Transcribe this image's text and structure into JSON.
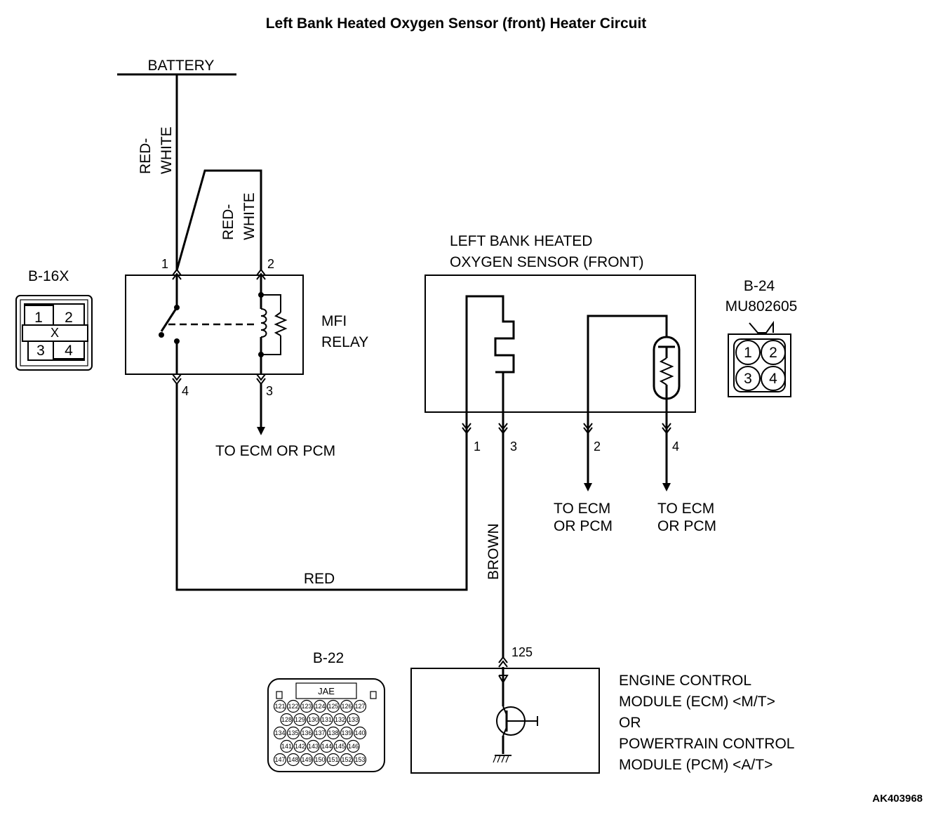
{
  "title": "Left Bank Heated Oxygen Sensor (front) Heater Circuit",
  "battery": {
    "label": "BATTERY"
  },
  "wires": {
    "red_white": [
      "RED-",
      "WHITE"
    ],
    "red": "RED",
    "brown": "BROWN"
  },
  "relay": {
    "name_lines": [
      "MFI",
      "RELAY"
    ],
    "connector": "B-16X",
    "pins": [
      "1",
      "2",
      "3",
      "4"
    ],
    "connector_face": [
      "1",
      "2",
      "3",
      "4"
    ],
    "connector_mark": "X"
  },
  "relay_output": {
    "label": "TO ECM OR PCM"
  },
  "sensor": {
    "name_lines": [
      "LEFT BANK HEATED",
      "OXYGEN SENSOR (FRONT)"
    ],
    "connector": "B-24",
    "part_no": "MU802605",
    "pins": [
      "1",
      "3",
      "2",
      "4"
    ],
    "connector_face": [
      "1",
      "2",
      "3",
      "4"
    ]
  },
  "sensor_outputs": [
    {
      "lines": [
        "TO ECM",
        "OR PCM"
      ]
    },
    {
      "lines": [
        "TO ECM",
        "OR PCM"
      ]
    }
  ],
  "ecm": {
    "pin": "125",
    "name_lines": [
      "ENGINE CONTROL",
      "MODULE (ECM) <M/T>",
      "OR",
      "POWERTRAIN CONTROL",
      "MODULE (PCM) <A/T>"
    ],
    "connector": "B-22",
    "connector_brand": "JAE",
    "connector_rows": [
      [
        "121",
        "122",
        "123",
        "124",
        "125",
        "126",
        "127"
      ],
      [
        "128",
        "129",
        "130",
        "131",
        "132",
        "133"
      ],
      [
        "134",
        "135",
        "136",
        "137",
        "138",
        "139",
        "140"
      ],
      [
        "141",
        "142",
        "143",
        "144",
        "145",
        "146"
      ],
      [
        "147",
        "148",
        "149",
        "150",
        "151",
        "152",
        "153"
      ]
    ]
  },
  "figure_code": "AK403968"
}
